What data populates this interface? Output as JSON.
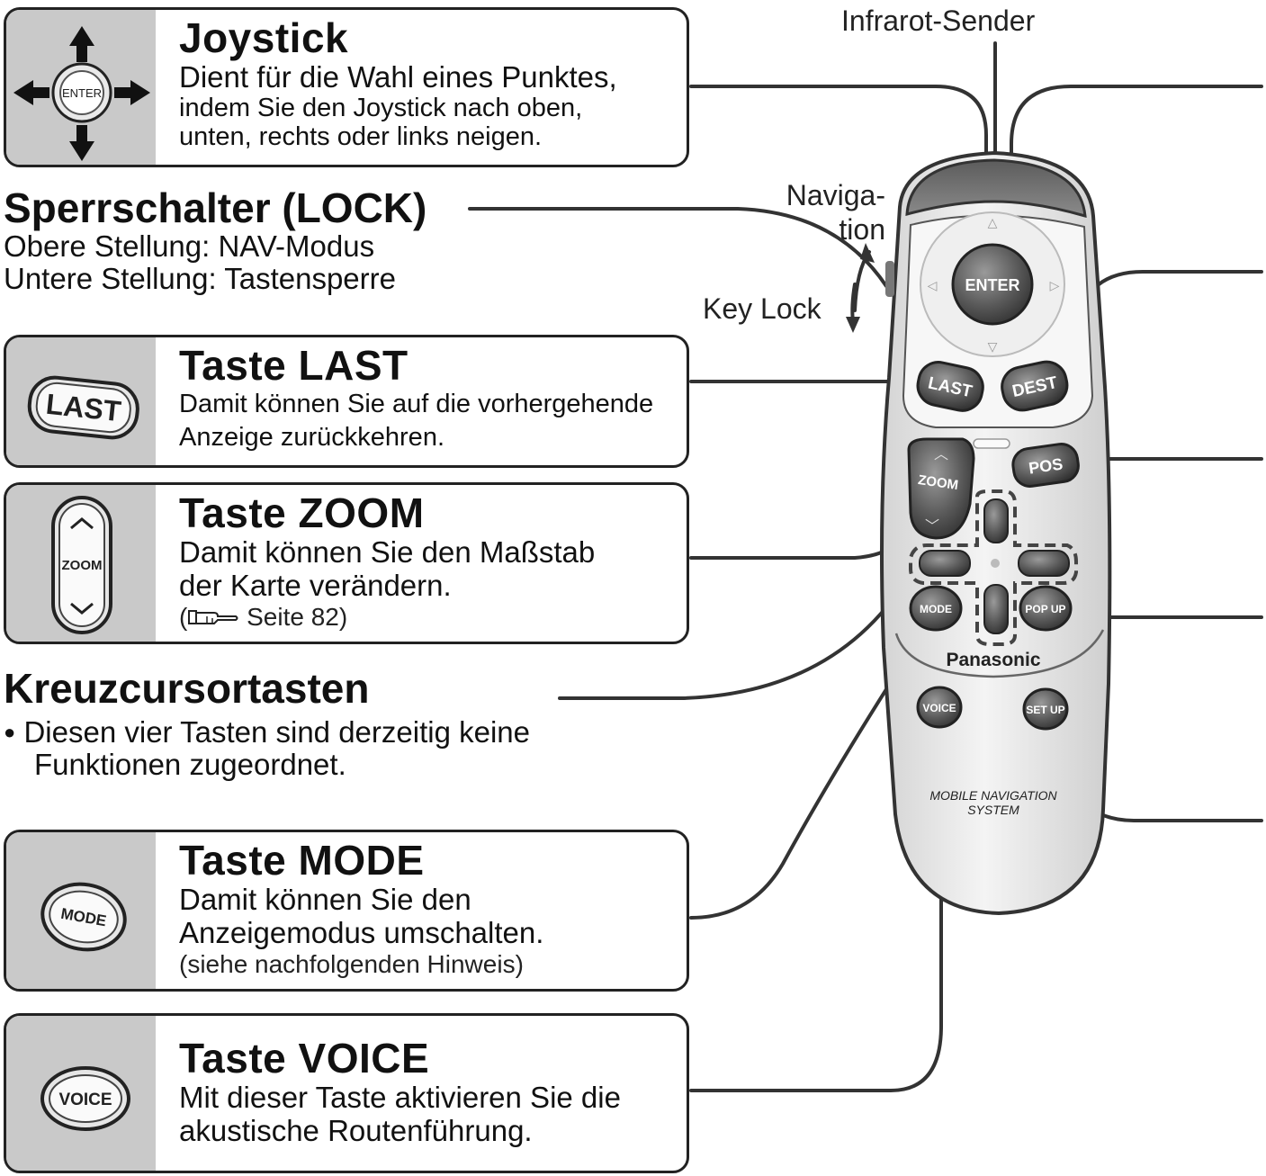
{
  "labels": {
    "infrarot": "Infrarot-Sender",
    "navigation_line1": "Naviga-",
    "navigation_line2": "tion",
    "keylock": "Key Lock"
  },
  "joystick": {
    "title": "Joystick",
    "line1": "Dient für die Wahl eines Punktes,",
    "line2": "indem Sie den Joystick nach oben,",
    "line3": "unten, rechts oder links neigen.",
    "icon_label": "ENTER"
  },
  "lock": {
    "title": "Sperrschalter (LOCK)",
    "line1": "Obere Stellung: NAV-Modus",
    "line2": "Untere Stellung: Tastensperre"
  },
  "last": {
    "title": "Taste LAST",
    "line1": "Damit können Sie auf die vorhergehende",
    "line2": "Anzeige zurückkehren.",
    "icon_label": "LAST"
  },
  "zoom": {
    "title": "Taste ZOOM",
    "line1": "Damit können Sie den Maßstab",
    "line2": "der Karte verändern.",
    "note_open": "(",
    "note_text": " Seite 82)",
    "icon_label": "ZOOM"
  },
  "cursor": {
    "title": "Kreuzcursortasten",
    "bullet": "●",
    "line1": "Diesen vier Tasten sind derzeitig keine",
    "line2": "Funktionen zugeordnet."
  },
  "mode": {
    "title": "Taste MODE",
    "line1": "Damit können Sie den",
    "line2": "Anzeigemodus umschalten.",
    "note": "(siehe nachfolgenden Hinweis)",
    "icon_label": "MODE"
  },
  "voice": {
    "title": "Taste VOICE",
    "line1": "Mit dieser Taste aktivieren Sie die",
    "line2": "akustische Routenführung.",
    "icon_label": "VOICE"
  },
  "remote": {
    "enter": "ENTER",
    "last": "LAST",
    "dest": "DEST",
    "zoom": "ZOOM",
    "pos": "POS",
    "mode": "MODE",
    "popup": "POP UP",
    "brand": "Panasonic",
    "voice": "VOICE",
    "setup": "SET UP",
    "system_line1": "MOBILE NAVIGATION",
    "system_line2": "SYSTEM"
  },
  "colors": {
    "line": "#333333",
    "panel_gray": "#c9c9c9",
    "button_dark": "#5a5a5a",
    "body_light": "#ececec"
  }
}
